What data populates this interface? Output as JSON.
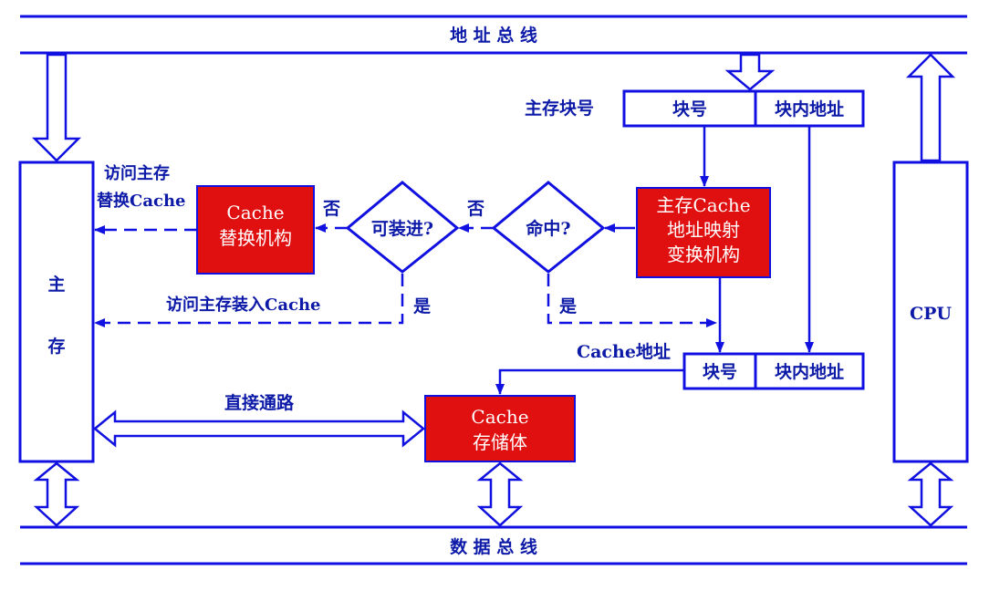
{
  "colors": {
    "line": "#1010e0",
    "text": "#0d1aa8",
    "red_box": "#e01010",
    "background": "#ffffff"
  },
  "buses": {
    "address": "地 址 总 线",
    "data": "数 据 总 线"
  },
  "main_memory": {
    "line1": "主",
    "line2": "存"
  },
  "cpu": {
    "label": "CPU"
  },
  "main_addr": {
    "label": "主存块号",
    "block_no": "块号",
    "offset": "块内地址"
  },
  "cache_addr": {
    "label": "Cache地址",
    "block_no": "块号",
    "offset": "块内地址"
  },
  "mapper": {
    "line1": "主存Cache",
    "line2": "地址映射",
    "line3": "变换机构"
  },
  "hit_check": {
    "label": "命中?",
    "no": "否",
    "yes": "是"
  },
  "can_load": {
    "label": "可装进?",
    "no": "否",
    "yes": "是"
  },
  "replacer": {
    "line1": "Cache",
    "line2": "替换机构"
  },
  "replace_path": {
    "line1": "访问主存",
    "line2": "替换Cache"
  },
  "load_path": {
    "label": "访问主存装入Cache"
  },
  "direct_path": {
    "label": "直接通路"
  },
  "cache_storage": {
    "line1": "Cache",
    "line2": "存储体"
  }
}
